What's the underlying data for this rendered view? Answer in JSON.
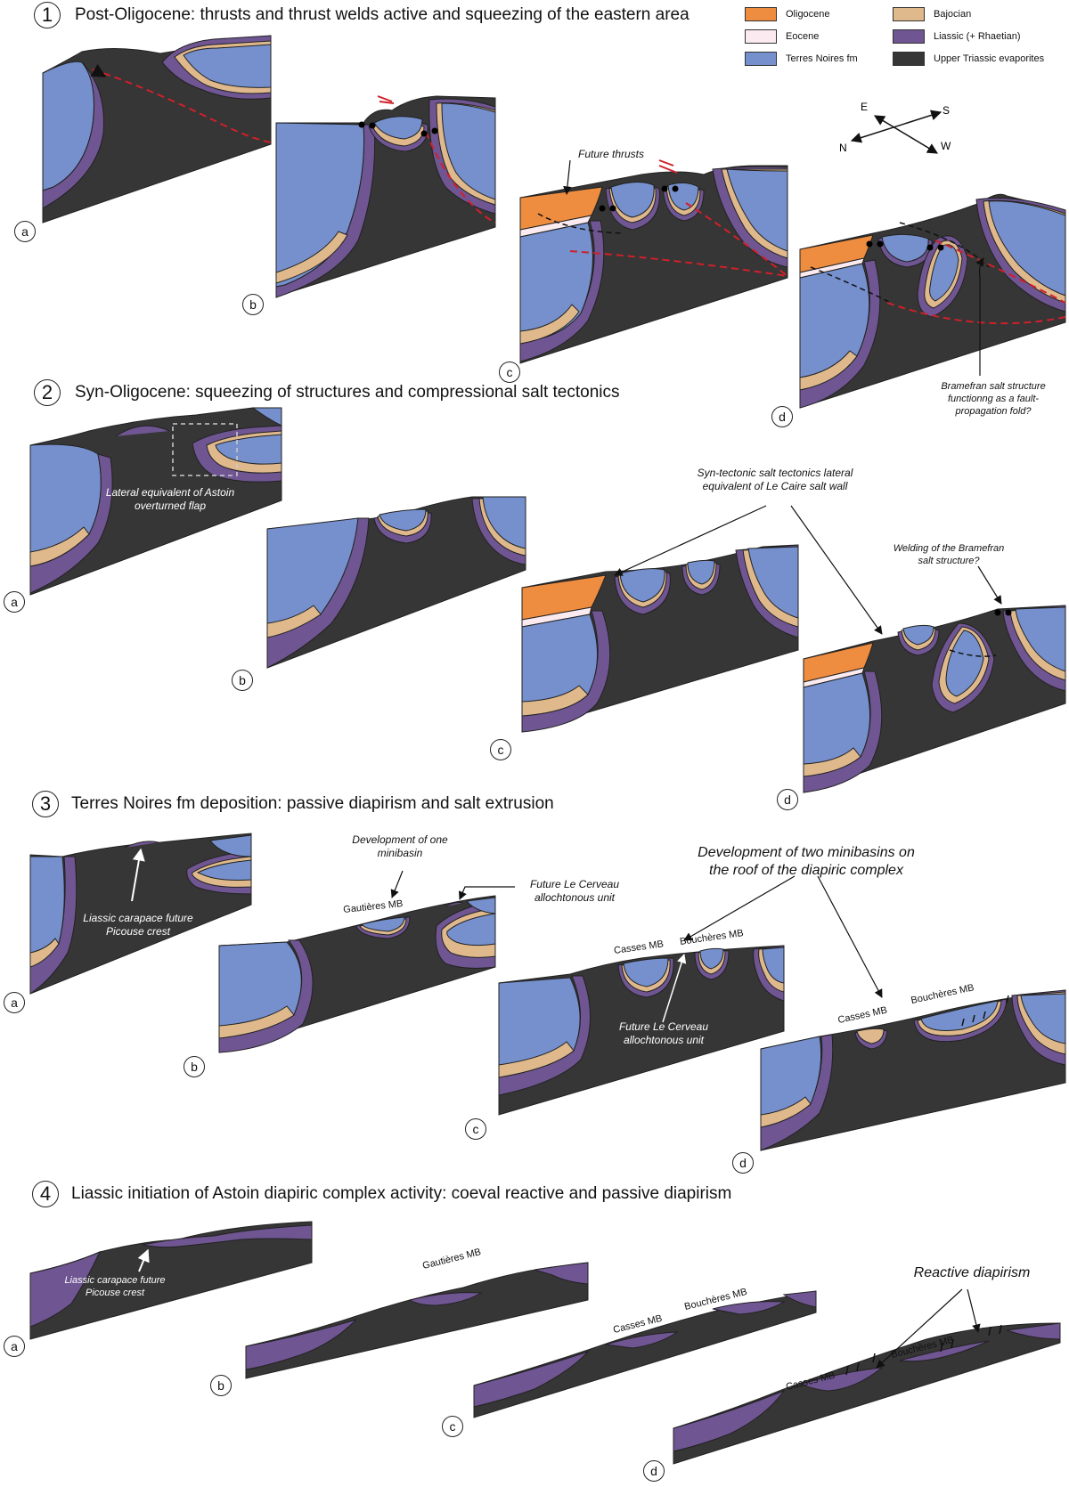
{
  "stages": [
    {
      "number": "1",
      "title": "Post-Oligocene: thrusts and thrust welds active and squeezing of the eastern area"
    },
    {
      "number": "2",
      "title": "Syn-Oligocene: squeezing of structures and compressional salt tectonics"
    },
    {
      "number": "3",
      "title": "Terres Noires fm deposition: passive diapirism and salt extrusion"
    },
    {
      "number": "4",
      "title": "Liassic initiation of Astoin diapiric complex activity: coeval reactive and passive diapirism"
    }
  ],
  "legend": [
    {
      "label": "Oligocene",
      "color": "#ee8c3f"
    },
    {
      "label": "Bajocian",
      "color": "#dfb98c"
    },
    {
      "label": "Eocene",
      "color": "#fbeaf0"
    },
    {
      "label": "Liassic (+ Rhaetian)",
      "color": "#6f5592"
    },
    {
      "label": "Terres Noires fm",
      "color": "#7590cc"
    },
    {
      "label": "Upper Triassic evaporites",
      "color": "#363636"
    }
  ],
  "compass": {
    "e": "E",
    "s": "S",
    "n": "N",
    "w": "W"
  },
  "panel_letters": [
    "a",
    "b",
    "c",
    "d"
  ],
  "annotations": {
    "future_thrusts": "Future thrusts",
    "bramefran_fold": "Bramefran salt structure functionng as a fault-propagation fold?",
    "astoin_flap": "Lateral equivalent of Astoin overturned flap",
    "syn_tectonic": "Syn-tectonic salt tectonics lateral equivalent of Le Caire salt wall",
    "welding": "Welding of the Bramefran salt structure?",
    "liassic_carapace_3": "Liassic carapace future Picouse crest",
    "one_minibasin": "Development of one minibasin",
    "future_cerveau_b": "Future Le Cerveau allochtonous unit",
    "two_minibasins": "Development of two minibasins on the roof of the diapiric complex",
    "future_cerveau_c": "Future Le Cerveau allochtonous unit",
    "liassic_carapace_4": "Liassic carapace future Picouse crest",
    "reactive": "Reactive diapirism"
  },
  "minibasins": {
    "gautieres": "Gautières MB",
    "casses": "Casses MB",
    "boucheres": "Bouchères MB"
  }
}
